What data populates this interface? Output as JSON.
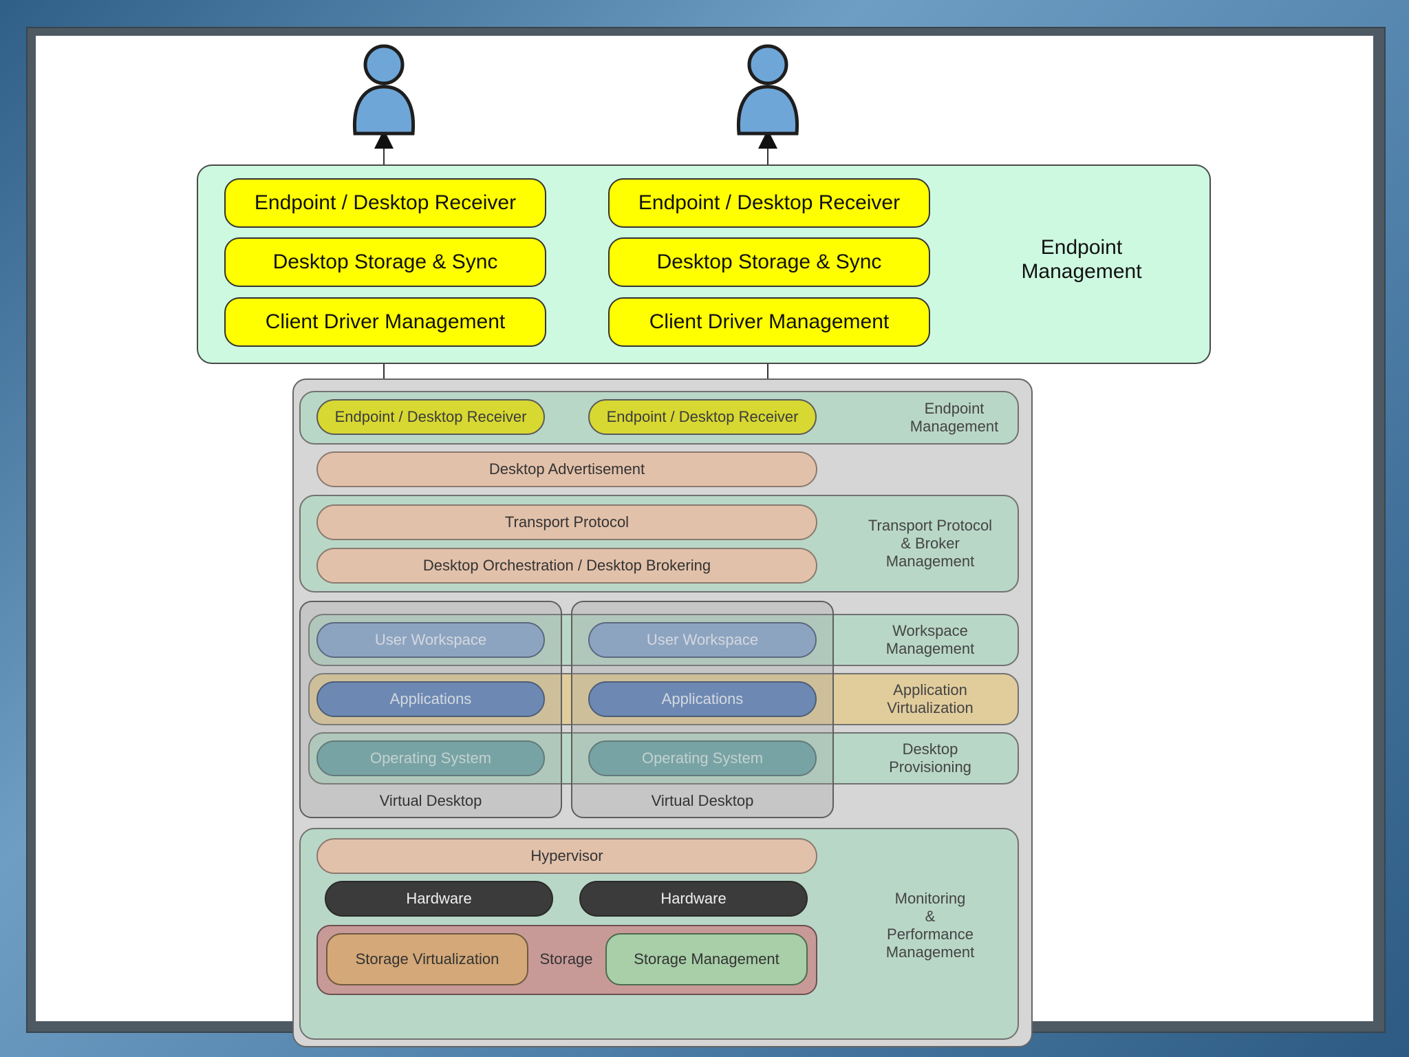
{
  "colors": {
    "top_panel": "#cdf9e0",
    "receiver_pill": "#ffff00",
    "stack_outer": "#d6d6d6",
    "band_green": "#b9d7c7",
    "band_orange": "#e1cc9c",
    "person": "#6fa6d8"
  },
  "top": {
    "left_column": [
      "Endpoint / Desktop Receiver",
      "Desktop Storage & Sync",
      "Client Driver Management"
    ],
    "right_column": [
      "Endpoint / Desktop Receiver",
      "Desktop Storage & Sync",
      "Client Driver Management"
    ],
    "side_label": "Endpoint\nManagement"
  },
  "stack": {
    "endpoint_band": {
      "left": "Endpoint / Desktop Receiver",
      "right": "Endpoint / Desktop Receiver",
      "side": "Endpoint\nManagement"
    },
    "advertisement": "Desktop Advertisement",
    "transport_band": {
      "transport": "Transport Protocol",
      "orchestration": "Desktop Orchestration / Desktop Brokering",
      "side": "Transport Protocol\n& Broker\nManagement"
    },
    "workspace": {
      "left": "User Workspace",
      "right": "User Workspace",
      "side": "Workspace\nManagement"
    },
    "applications": {
      "left": "Applications",
      "right": "Applications",
      "side": "Application\nVirtualization"
    },
    "os": {
      "left": "Operating System",
      "right": "Operating System",
      "side": "Desktop\nProvisioning"
    },
    "virtual_desktop": {
      "left": "Virtual Desktop",
      "right": "Virtual Desktop"
    },
    "infra": {
      "hypervisor": "Hypervisor",
      "hardware_left": "Hardware",
      "hardware_right": "Hardware",
      "storage_virtualization": "Storage Virtualization",
      "storage": "Storage",
      "storage_management": "Storage Management",
      "side": "Monitoring\n&\nPerformance\nManagement"
    }
  }
}
